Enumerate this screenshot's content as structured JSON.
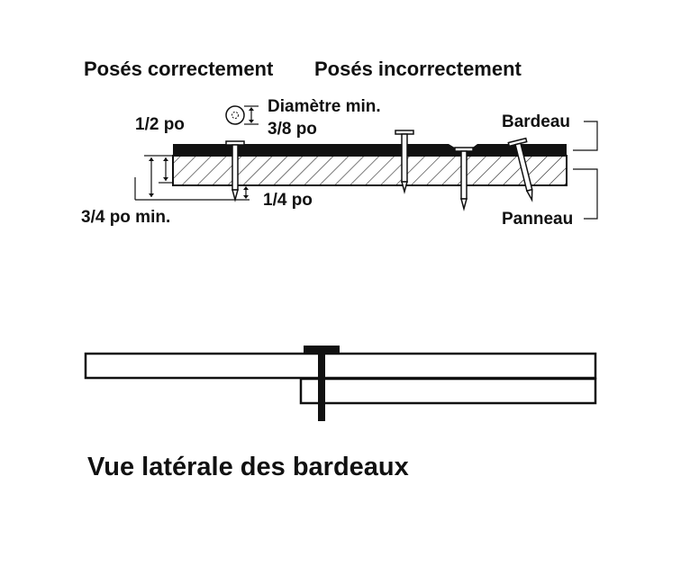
{
  "headings": {
    "correct": "Posés correctement",
    "incorrect": "Posés incorrectement"
  },
  "labels": {
    "diameter_line1": "Diamètre min.",
    "diameter_line2": "3/8 po",
    "half_inch": "1/2 po",
    "three_quarter_min": "3/4 po min.",
    "quarter_inch": "1/4 po",
    "shingle": "Bardeau",
    "panel": "Panneau"
  },
  "side_view": {
    "title": "Vue latérale des bardeaux"
  }
}
